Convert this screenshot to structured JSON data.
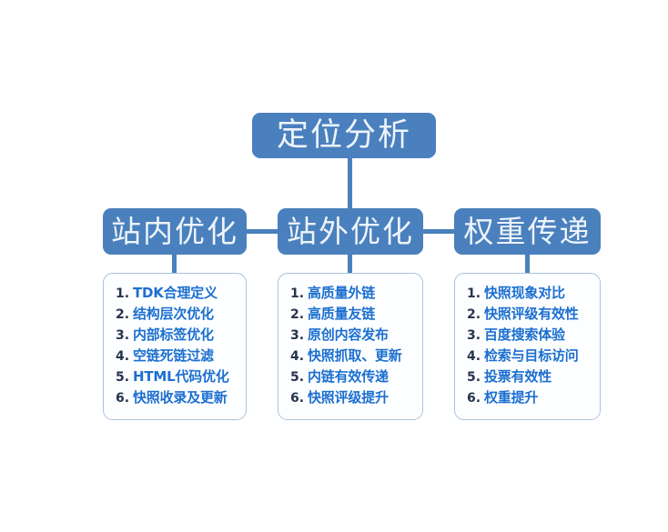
{
  "diagram": {
    "title": "定位分析",
    "root": {
      "label": "定位分析"
    },
    "branches": [
      {
        "key": "onsite",
        "label": "站内优化",
        "items": [
          {
            "num": "1.",
            "text": "TDK合理定义"
          },
          {
            "num": "2.",
            "text": "结构层次优化"
          },
          {
            "num": "3.",
            "text": "内部标签优化"
          },
          {
            "num": "4.",
            "text": "空链死链过滤"
          },
          {
            "num": "5.",
            "text": "HTML代码优化"
          },
          {
            "num": "6.",
            "text": "快照收录及更新"
          }
        ]
      },
      {
        "key": "offsite",
        "label": "站外优化",
        "items": [
          {
            "num": "1.",
            "text": "高质量外链"
          },
          {
            "num": "2.",
            "text": "高质量友链"
          },
          {
            "num": "3.",
            "text": "原创内容发布"
          },
          {
            "num": "4.",
            "text": "快照抓取、更新"
          },
          {
            "num": "5.",
            "text": "内链有效传递"
          },
          {
            "num": "6.",
            "text": "快照评级提升"
          }
        ]
      },
      {
        "key": "weight",
        "label": "权重传递",
        "items": [
          {
            "num": "1.",
            "text": "快照现象对比"
          },
          {
            "num": "2.",
            "text": "快照评级有效性"
          },
          {
            "num": "3.",
            "text": "百度搜索体验"
          },
          {
            "num": "4.",
            "text": "检索与目标访问"
          },
          {
            "num": "5.",
            "text": "投票有效性"
          },
          {
            "num": "6.",
            "text": "权重提升"
          }
        ]
      }
    ],
    "colors": {
      "node_fill": "#4a80bd",
      "node_text": "#eef4fb",
      "connector": "#4a80bd",
      "list_border": "#a9c3dd",
      "list_fill": "#fdfeff",
      "list_number": "#27344f",
      "list_text": "#1c6fd0",
      "background": "#ffffff"
    }
  }
}
